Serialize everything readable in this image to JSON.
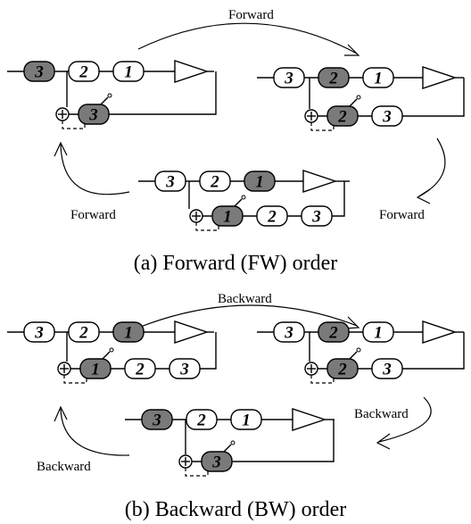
{
  "captions": {
    "fw": "(a) Forward (FW) order",
    "bw": "(b) Backward (BW) order"
  },
  "arrows": {
    "fw_top": "Forward",
    "fw_left": "Forward",
    "fw_right": "Forward",
    "bw_top": "Backward",
    "bw_left": "Backward",
    "bw_right": "Backward"
  },
  "modules": [
    {
      "id": "fw-a",
      "forward": [
        {
          "label": "3",
          "gray": true
        },
        {
          "label": "2",
          "gray": false
        },
        {
          "label": "1",
          "gray": false
        }
      ],
      "feedback": [
        {
          "label": "3",
          "gray": true
        }
      ]
    },
    {
      "id": "fw-b",
      "forward": [
        {
          "label": "3",
          "gray": false
        },
        {
          "label": "2",
          "gray": true
        },
        {
          "label": "1",
          "gray": false
        }
      ],
      "feedback": [
        {
          "label": "2",
          "gray": true
        },
        {
          "label": "3",
          "gray": false
        }
      ]
    },
    {
      "id": "fw-c",
      "forward": [
        {
          "label": "3",
          "gray": false
        },
        {
          "label": "2",
          "gray": false
        },
        {
          "label": "1",
          "gray": true
        }
      ],
      "feedback": [
        {
          "label": "1",
          "gray": true
        },
        {
          "label": "2",
          "gray": false
        },
        {
          "label": "3",
          "gray": false
        }
      ]
    },
    {
      "id": "bw-a",
      "forward": [
        {
          "label": "3",
          "gray": false
        },
        {
          "label": "2",
          "gray": false
        },
        {
          "label": "1",
          "gray": true
        }
      ],
      "feedback": [
        {
          "label": "1",
          "gray": true
        },
        {
          "label": "2",
          "gray": false
        },
        {
          "label": "3",
          "gray": false
        }
      ]
    },
    {
      "id": "bw-b",
      "forward": [
        {
          "label": "3",
          "gray": false
        },
        {
          "label": "2",
          "gray": true
        },
        {
          "label": "1",
          "gray": false
        }
      ],
      "feedback": [
        {
          "label": "2",
          "gray": true
        },
        {
          "label": "3",
          "gray": false
        }
      ]
    },
    {
      "id": "bw-c",
      "forward": [
        {
          "label": "3",
          "gray": true
        },
        {
          "label": "2",
          "gray": false
        },
        {
          "label": "1",
          "gray": false
        }
      ],
      "feedback": [
        {
          "label": "3",
          "gray": true
        }
      ]
    }
  ],
  "colors": {
    "active_node": "#7a7a7a",
    "idle_node": "#ffffff",
    "line": "#000000"
  }
}
